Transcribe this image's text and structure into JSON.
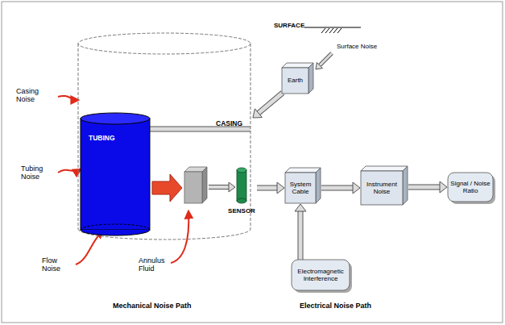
{
  "diagram": {
    "nodes": [
      {
        "text": [
          "Earth"
        ]
      },
      {
        "text": [
          "CASING"
        ]
      },
      {
        "text": [
          "TUBING"
        ],
        "in": 1
      },
      {
        "text": [
          "SENSOR"
        ],
        "in": 1
      },
      {
        "text": [
          "System Cable"
        ]
      },
      {
        "text": [
          "Instrument Noise"
        ]
      },
      {
        "text": [
          "Signal / Noise Ratio"
        ]
      },
      {
        "text": [
          "Electromagnetic Interference"
        ]
      }
    ],
    "edges": [
      {
        "from": 0,
        "to": 1,
        "arrow": "to"
      },
      {
        "from": 2,
        "to": 1,
        "arrow": "none"
      },
      {
        "from": 3,
        "to": 4,
        "arrow": "to"
      },
      {
        "from": 4,
        "to": 5,
        "arrow": "to"
      },
      {
        "from": 5,
        "to": 6,
        "arrow": "to"
      },
      {
        "from": 7,
        "to": 4,
        "arrow": "to"
      }
    ],
    "labels": [
      "SURFACE",
      "Surface Noise",
      "Casing Noise",
      "Tubing Noise",
      "Flow Noise",
      "Annulus Fluid",
      "Mechanical Noise Path",
      "Electrical Noise Path"
    ]
  }
}
